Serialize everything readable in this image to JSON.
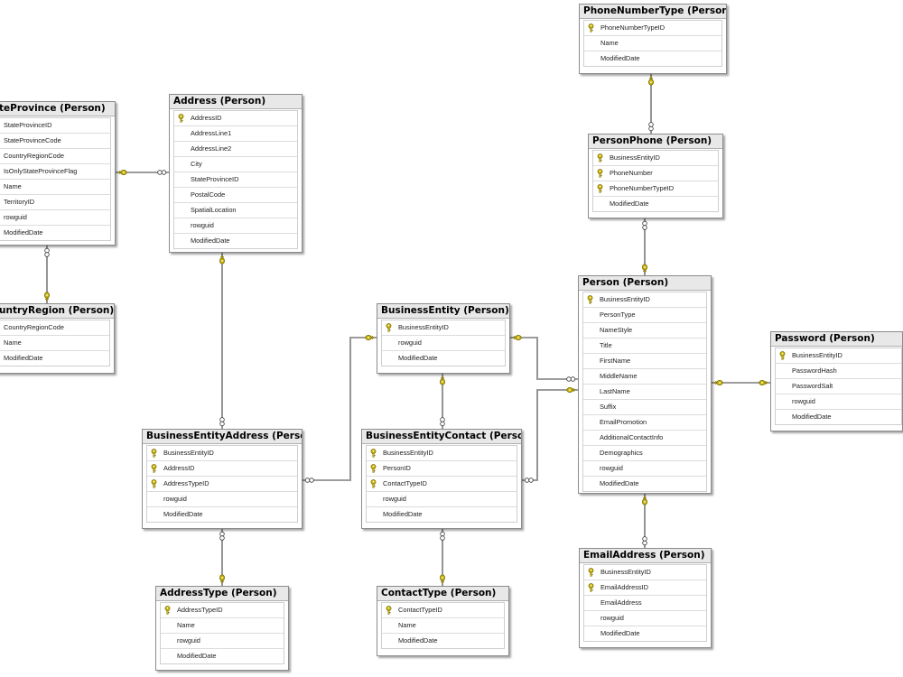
{
  "entities": {
    "phone_number_type": {
      "title": "PhoneNumberType (Person)",
      "columns": [
        "PhoneNumberTypeID",
        "Name",
        "ModifiedDate"
      ]
    },
    "person_phone": {
      "title": "PersonPhone (Person)",
      "columns": [
        "BusinessEntityID",
        "PhoneNumber",
        "PhoneNumberTypeID",
        "ModifiedDate"
      ]
    },
    "state_province": {
      "title": "teProvince (Person)",
      "columns": [
        "StateProvinceID",
        "StateProvinceCode",
        "CountryRegionCode",
        "IsOnlyStateProvinceFlag",
        "Name",
        "TerritoryID",
        "rowguid",
        "ModifiedDate"
      ]
    },
    "address": {
      "title": "Address (Person)",
      "columns": [
        "AddressID",
        "AddressLine1",
        "AddressLine2",
        "City",
        "StateProvinceID",
        "PostalCode",
        "SpatialLocation",
        "rowguid",
        "ModifiedDate"
      ]
    },
    "country_region": {
      "title": "untryRegion (Person)",
      "columns": [
        "CountryRegionCode",
        "Name",
        "ModifiedDate"
      ]
    },
    "business_entity": {
      "title": "BusinessEntity (Person)",
      "columns": [
        "BusinessEntityID",
        "rowguid",
        "ModifiedDate"
      ]
    },
    "person": {
      "title": "Person (Person)",
      "columns": [
        "BusinessEntityID",
        "PersonType",
        "NameStyle",
        "Title",
        "FirstName",
        "MiddleName",
        "LastName",
        "Suffix",
        "EmailPromotion",
        "AdditionalContactInfo",
        "Demographics",
        "rowguid",
        "ModifiedDate"
      ]
    },
    "password": {
      "title": "Password (Person)",
      "columns": [
        "BusinessEntityID",
        "PasswordHash",
        "PasswordSalt",
        "rowguid",
        "ModifiedDate"
      ]
    },
    "business_entity_address": {
      "title": "BusinessEntityAddress (Person)",
      "columns": [
        "BusinessEntityID",
        "AddressID",
        "AddressTypeID",
        "rowguid",
        "ModifiedDate"
      ]
    },
    "business_entity_contact": {
      "title": "BusinessEntityContact (Person)",
      "columns": [
        "BusinessEntityID",
        "PersonID",
        "ContactTypeID",
        "rowguid",
        "ModifiedDate"
      ]
    },
    "email_address": {
      "title": "EmailAddress (Person)",
      "columns": [
        "BusinessEntityID",
        "EmailAddressID",
        "EmailAddress",
        "rowguid",
        "ModifiedDate"
      ]
    },
    "address_type": {
      "title": "AddressType (Person)",
      "columns": [
        "AddressTypeID",
        "Name",
        "rowguid",
        "ModifiedDate"
      ]
    },
    "contact_type": {
      "title": "ContactType (Person)",
      "columns": [
        "ContactTypeID",
        "Name",
        "ModifiedDate"
      ]
    }
  },
  "colors": {
    "key": "#c9b400",
    "connector": "#555555",
    "title_bg": "#e8e8e8"
  },
  "icons": {
    "primary_key": "key-icon"
  }
}
